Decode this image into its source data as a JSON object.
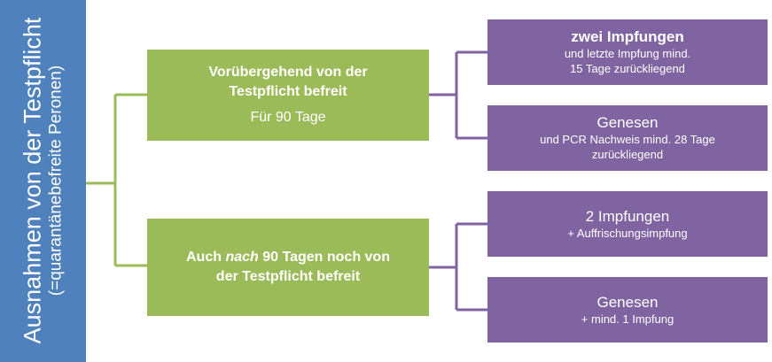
{
  "root": {
    "title": "Ausnahmen von der Testpflicht",
    "subtitle": "(=quarantänebefreite Peronen)"
  },
  "branches": [
    {
      "line1": "Vorübergehend von der",
      "line2": "Testpflicht befreit",
      "sub": "Für 90 Tage",
      "children": [
        {
          "title": "zwei Impfungen",
          "line1": "und letzte Impfung mind.",
          "line2": "15 Tage zurückliegend"
        },
        {
          "title": "Genesen",
          "line1": "und PCR Nachweis mind. 28 Tage",
          "line2": "zurückliegend"
        }
      ]
    },
    {
      "line1_pre": "Auch",
      "line1_em": "nach",
      "line1_post": "90 Tagen noch von",
      "line2": "der Testpflicht befreit",
      "children": [
        {
          "title": "2 Impfungen",
          "line1": "+ Auffrischungsimpfung"
        },
        {
          "title": "Genesen",
          "line1": "+ mind. 1 Impfung"
        }
      ]
    }
  ],
  "colors": {
    "root": "#4f81bd",
    "branch": "#9bbb59",
    "leaf": "#8064a2"
  }
}
